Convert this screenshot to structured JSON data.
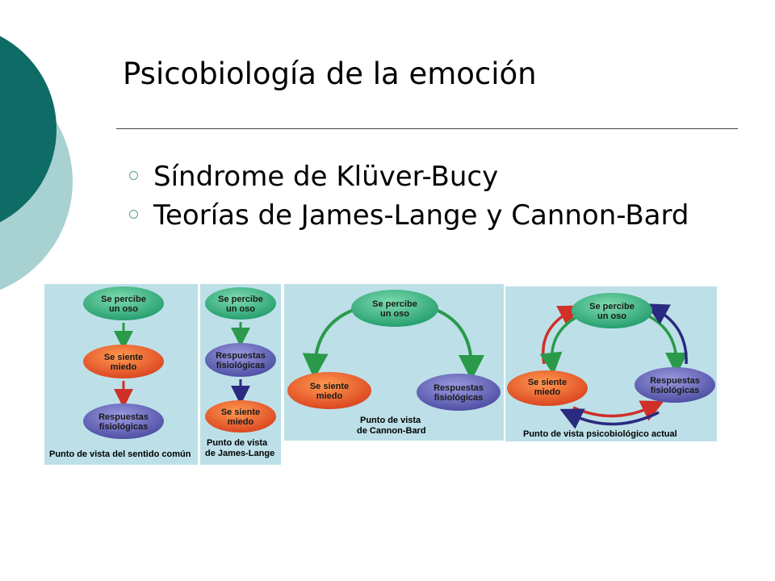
{
  "slide": {
    "title": "Psicobiología de la emoción",
    "bullets": [
      "Síndrome de Klüver-Bucy",
      "Teorías de James-Lange y Cannon-Bard"
    ]
  },
  "diagrams": {
    "comun": {
      "top_l1": "Se percibe",
      "top_l2": "un oso",
      "mid_l1": "Se siente",
      "mid_l2": "miedo",
      "bot_l1": "Respuestas",
      "bot_l2": "fisiológicas",
      "caption": "Punto de vista del sentido común"
    },
    "james_lange": {
      "top_l1": "Se percibe",
      "top_l2": "un oso",
      "mid_l1": "Respuestas",
      "mid_l2": "fisiológicas",
      "bot_l1": "Se siente",
      "bot_l2": "miedo",
      "cap_l1": "Punto de vista",
      "cap_l2": "de James-Lange"
    },
    "cannon_bard": {
      "top_l1": "Se percibe",
      "top_l2": "un oso",
      "left_l1": "Se siente",
      "left_l2": "miedo",
      "right_l1": "Respuestas",
      "right_l2": "fisiológicas",
      "cap_l1": "Punto de vista",
      "cap_l2": "de Cannon-Bard"
    },
    "actual": {
      "top_l1": "Se percibe",
      "top_l2": "un oso",
      "left_l1": "Se siente",
      "left_l2": "miedo",
      "right_l1": "Respuestas",
      "right_l2": "fisiológicas",
      "caption": "Punto de vista psicobiológico actual"
    }
  },
  "colors": {
    "deco_dark": "#0e6b66",
    "deco_light": "#a8d1d1",
    "panel_bg": "#bde0e8",
    "green_oval": "#2fae7a",
    "red_oval": "#e8542a",
    "blue_oval": "#5f5fb0",
    "green_arrow": "#2a9a4a",
    "red_arrow": "#d03028",
    "blue_arrow": "#2a2a80"
  }
}
